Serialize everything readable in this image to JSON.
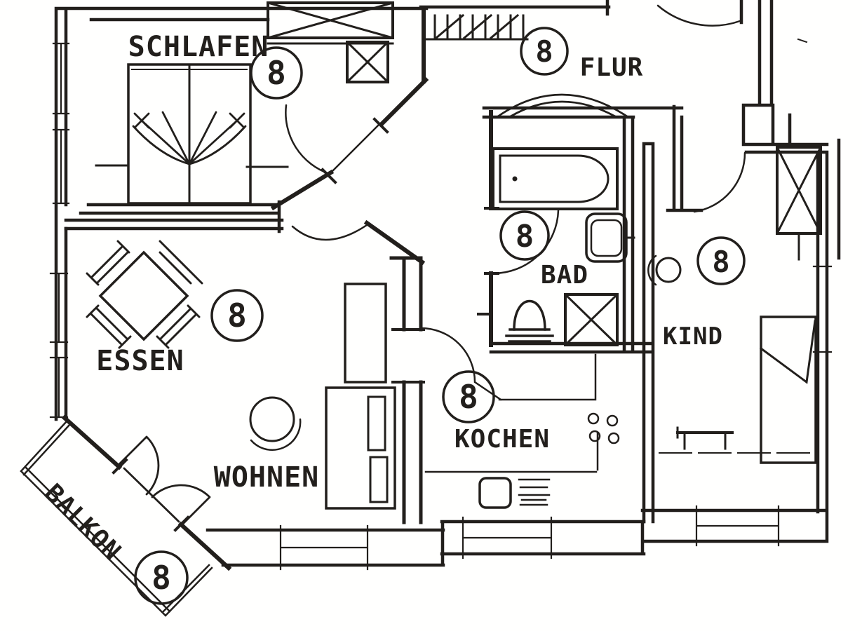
{
  "plan": {
    "language": "de",
    "unit_number": "8",
    "rooms": [
      {
        "key": "schlafen",
        "label": "SCHLAFEN"
      },
      {
        "key": "flur",
        "label": "FLUR"
      },
      {
        "key": "bad",
        "label": "BAD"
      },
      {
        "key": "kind",
        "label": "KIND"
      },
      {
        "key": "essen",
        "label": "ESSEN"
      },
      {
        "key": "wohnen",
        "label": "WOHNEN"
      },
      {
        "key": "kochen",
        "label": "KOCHEN"
      },
      {
        "key": "balkon",
        "label": "BALKON"
      }
    ],
    "markers": [
      {
        "at": "schlafen-door",
        "value": "8"
      },
      {
        "at": "flur-entry",
        "value": "8"
      },
      {
        "at": "bad-door",
        "value": "8"
      },
      {
        "at": "kind-door",
        "value": "8"
      },
      {
        "at": "wohnen-essen",
        "value": "8"
      },
      {
        "at": "kochen-door",
        "value": "8"
      },
      {
        "at": "balkon-door",
        "value": "8"
      }
    ],
    "colors": {
      "ink": "#221f1c",
      "paper": "#ffffff"
    }
  }
}
